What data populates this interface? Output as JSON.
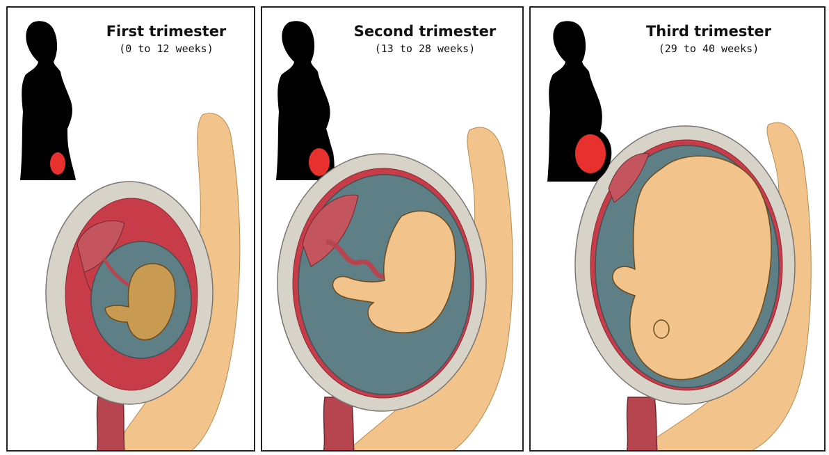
{
  "colors": {
    "silhouette": "#000000",
    "highlight": "#e8302e",
    "uterine_wall": "#d7d3c9",
    "wall_outline": "#7a7570",
    "amniotic": "#5f7f87",
    "skin": "#f2c38a",
    "placenta": "#c4555e",
    "vessel": "#b7454f",
    "lining": "#c73c48",
    "embryo": "#c99a52"
  },
  "panels": [
    {
      "title": "First trimester",
      "subtitle": "(0 to 12 weeks)"
    },
    {
      "title": "Second trimester",
      "subtitle": "(13 to 28 weeks)"
    },
    {
      "title": "Third trimester",
      "subtitle": "(29 to 40 weeks)"
    }
  ]
}
